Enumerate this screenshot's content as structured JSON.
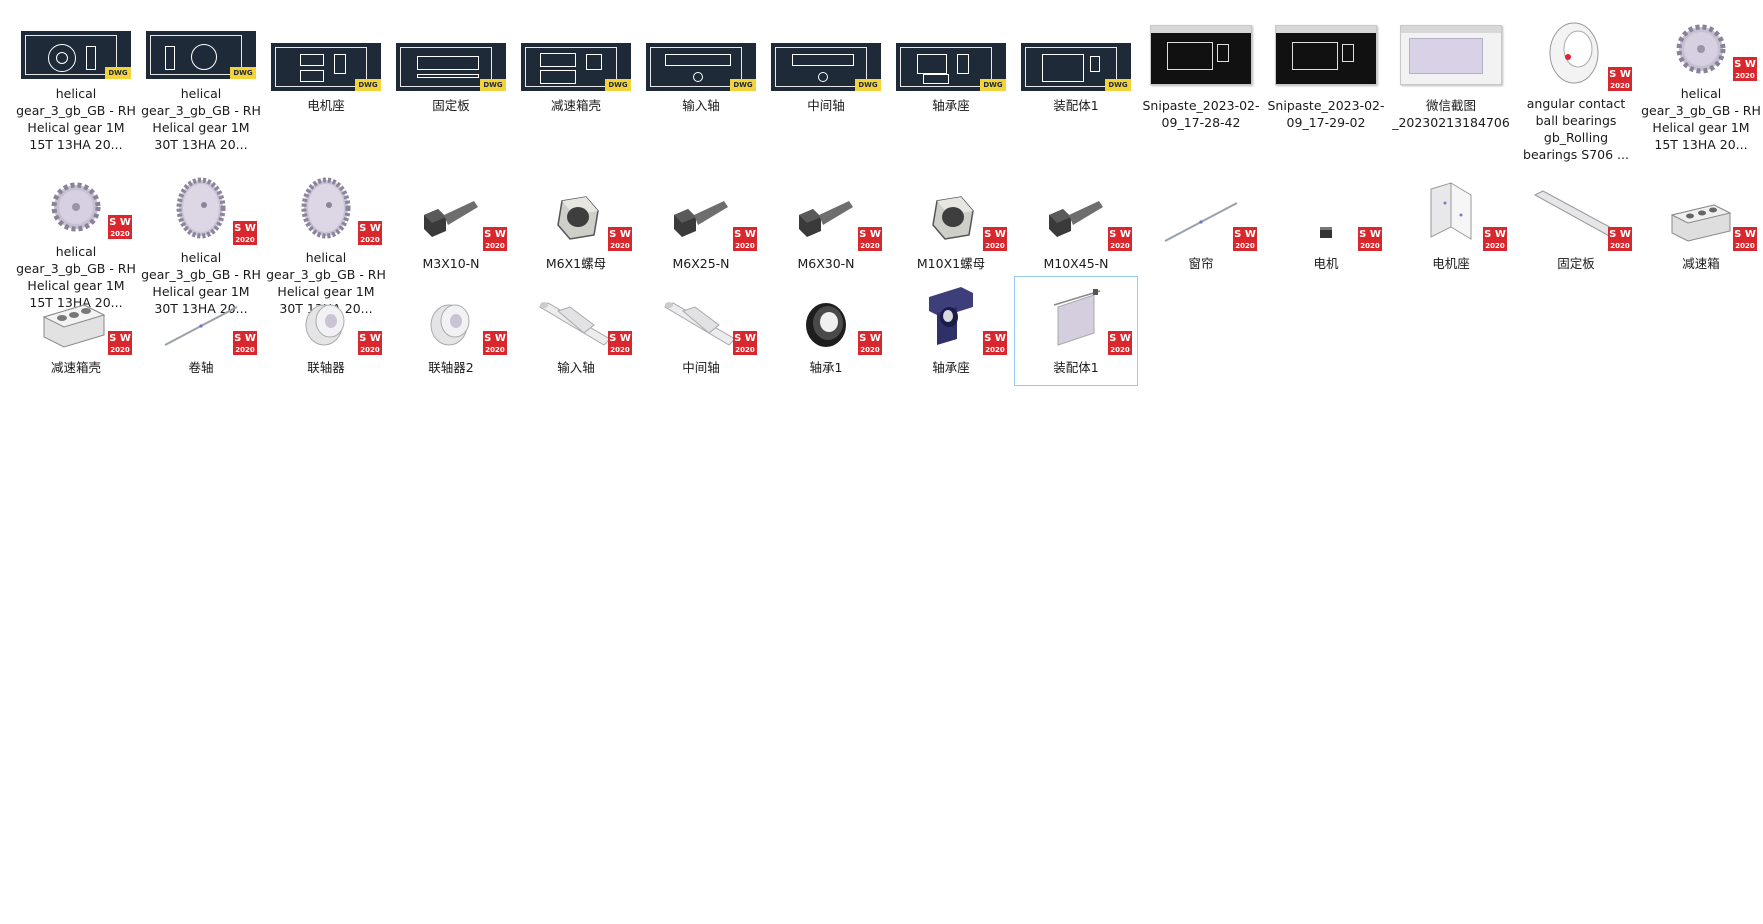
{
  "row1": [
    {
      "label": "helical gear_3_gb_GB - RH Helical gear 1M 15T 13HA 20...",
      "type": "dwg",
      "badge": "DWG"
    },
    {
      "label": "helical gear_3_gb_GB - RH Helical gear 1M 30T 13HA 20...",
      "type": "dwg",
      "badge": "DWG"
    },
    {
      "label": "电机座",
      "type": "dwg",
      "badge": "DWG"
    },
    {
      "label": "固定板",
      "type": "dwg",
      "badge": "DWG"
    },
    {
      "label": "减速箱壳",
      "type": "dwg",
      "badge": "DWG"
    },
    {
      "label": "输入轴",
      "type": "dwg",
      "badge": "DWG"
    },
    {
      "label": "中间轴",
      "type": "dwg",
      "badge": "DWG"
    },
    {
      "label": "轴承座",
      "type": "dwg",
      "badge": "DWG"
    },
    {
      "label": "装配体1",
      "type": "dwg",
      "badge": "DWG"
    },
    {
      "label": "Snipaste_2023-02-09_17-28-42",
      "type": "shot"
    },
    {
      "label": "Snipaste_2023-02-09_17-29-02",
      "type": "shot"
    },
    {
      "label": "微信截图_20230213184706",
      "type": "shot-light"
    },
    {
      "label": "angular contact ball bearings gb_Rolling bearings S706 ...",
      "type": "sw",
      "part": "bearing-white"
    },
    {
      "label": "helical gear_3_gb_GB - RH Helical gear 1M 15T 13HA 20...",
      "type": "sw",
      "part": "gear-small"
    }
  ],
  "row2": [
    {
      "label": "helical gear_3_gb_GB - RH Helical gear 1M 15T 13HA 20...",
      "part": "gear-small"
    },
    {
      "label": "helical gear_3_gb_GB - RH Helical gear 1M 30T 13HA 20...",
      "part": "gear-large"
    },
    {
      "label": "helical gear_3_gb_GB - RH Helical gear 1M 30T 13HA 20...",
      "part": "gear-large"
    },
    {
      "label": "M3X10-N",
      "part": "bolt"
    },
    {
      "label": "M6X1螺母",
      "part": "nut"
    },
    {
      "label": "M6X25-N",
      "part": "bolt"
    },
    {
      "label": "M6X30-N",
      "part": "bolt"
    },
    {
      "label": "M10X1螺母",
      "part": "nut"
    },
    {
      "label": "M10X45-N",
      "part": "bolt"
    },
    {
      "label": "窗帘",
      "part": "rod"
    },
    {
      "label": "电机",
      "part": "motor"
    },
    {
      "label": "电机座",
      "part": "bracket"
    },
    {
      "label": "固定板",
      "part": "plate"
    },
    {
      "label": "减速箱",
      "part": "box"
    }
  ],
  "row3": [
    {
      "label": "减速箱壳",
      "part": "box-large"
    },
    {
      "label": "卷轴",
      "part": "rod"
    },
    {
      "label": "联轴器",
      "part": "coupling"
    },
    {
      "label": "联轴器2",
      "part": "coupling"
    },
    {
      "label": "输入轴",
      "part": "shaft"
    },
    {
      "label": "中间轴",
      "part": "shaft"
    },
    {
      "label": "轴承1",
      "part": "bearing-dark"
    },
    {
      "label": "轴承座",
      "part": "pillow"
    },
    {
      "label": "装配体1",
      "part": "assembly",
      "selected": true
    }
  ],
  "sw_badge": {
    "top": "S W",
    "year": "2020"
  }
}
